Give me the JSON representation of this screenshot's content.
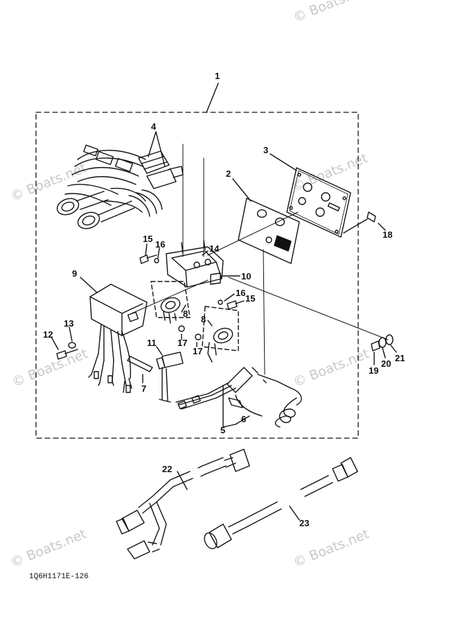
{
  "watermark_text": "© Boats.net",
  "diagram_code": "1Q6H1171E-126",
  "callouts": [
    "1",
    "2",
    "3",
    "4",
    "5",
    "6",
    "7",
    "8",
    "8",
    "9",
    "10",
    "11",
    "12",
    "13",
    "14",
    "15",
    "15",
    "16",
    "16",
    "17",
    "17",
    "18",
    "19",
    "20",
    "21",
    "22",
    "23"
  ],
  "colors": {
    "line": "#111111",
    "watermark": "#c8c8c8",
    "background": "#ffffff"
  }
}
